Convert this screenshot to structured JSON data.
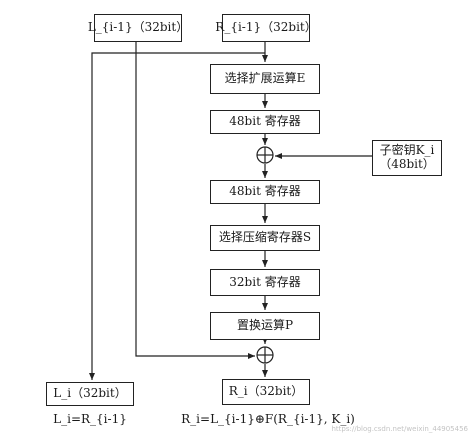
{
  "top": {
    "left_input": "L_{i-1}（32bit）",
    "right_input": "R_{i-1}（32bit）"
  },
  "pipeline": {
    "expansion": "选择扩展运算E",
    "reg48_a": "48bit 寄存器",
    "reg48_b": "48bit 寄存器",
    "sbox": "选择压缩寄存器S",
    "reg32": "32bit 寄存器",
    "permutation": "置换运算P"
  },
  "subkey": {
    "label": "子密钥K_i",
    "size": "（48bit）"
  },
  "bottom": {
    "left_output": "L_i（32bit）",
    "right_output": "R_i（32bit）",
    "left_formula": "L_i=R_{i-1}",
    "right_formula": "R_i=L_{i-1}⊕F(R_{i-1}, K_i)"
  },
  "watermark": "https://blog.csdn.net/weixin_44905456"
}
